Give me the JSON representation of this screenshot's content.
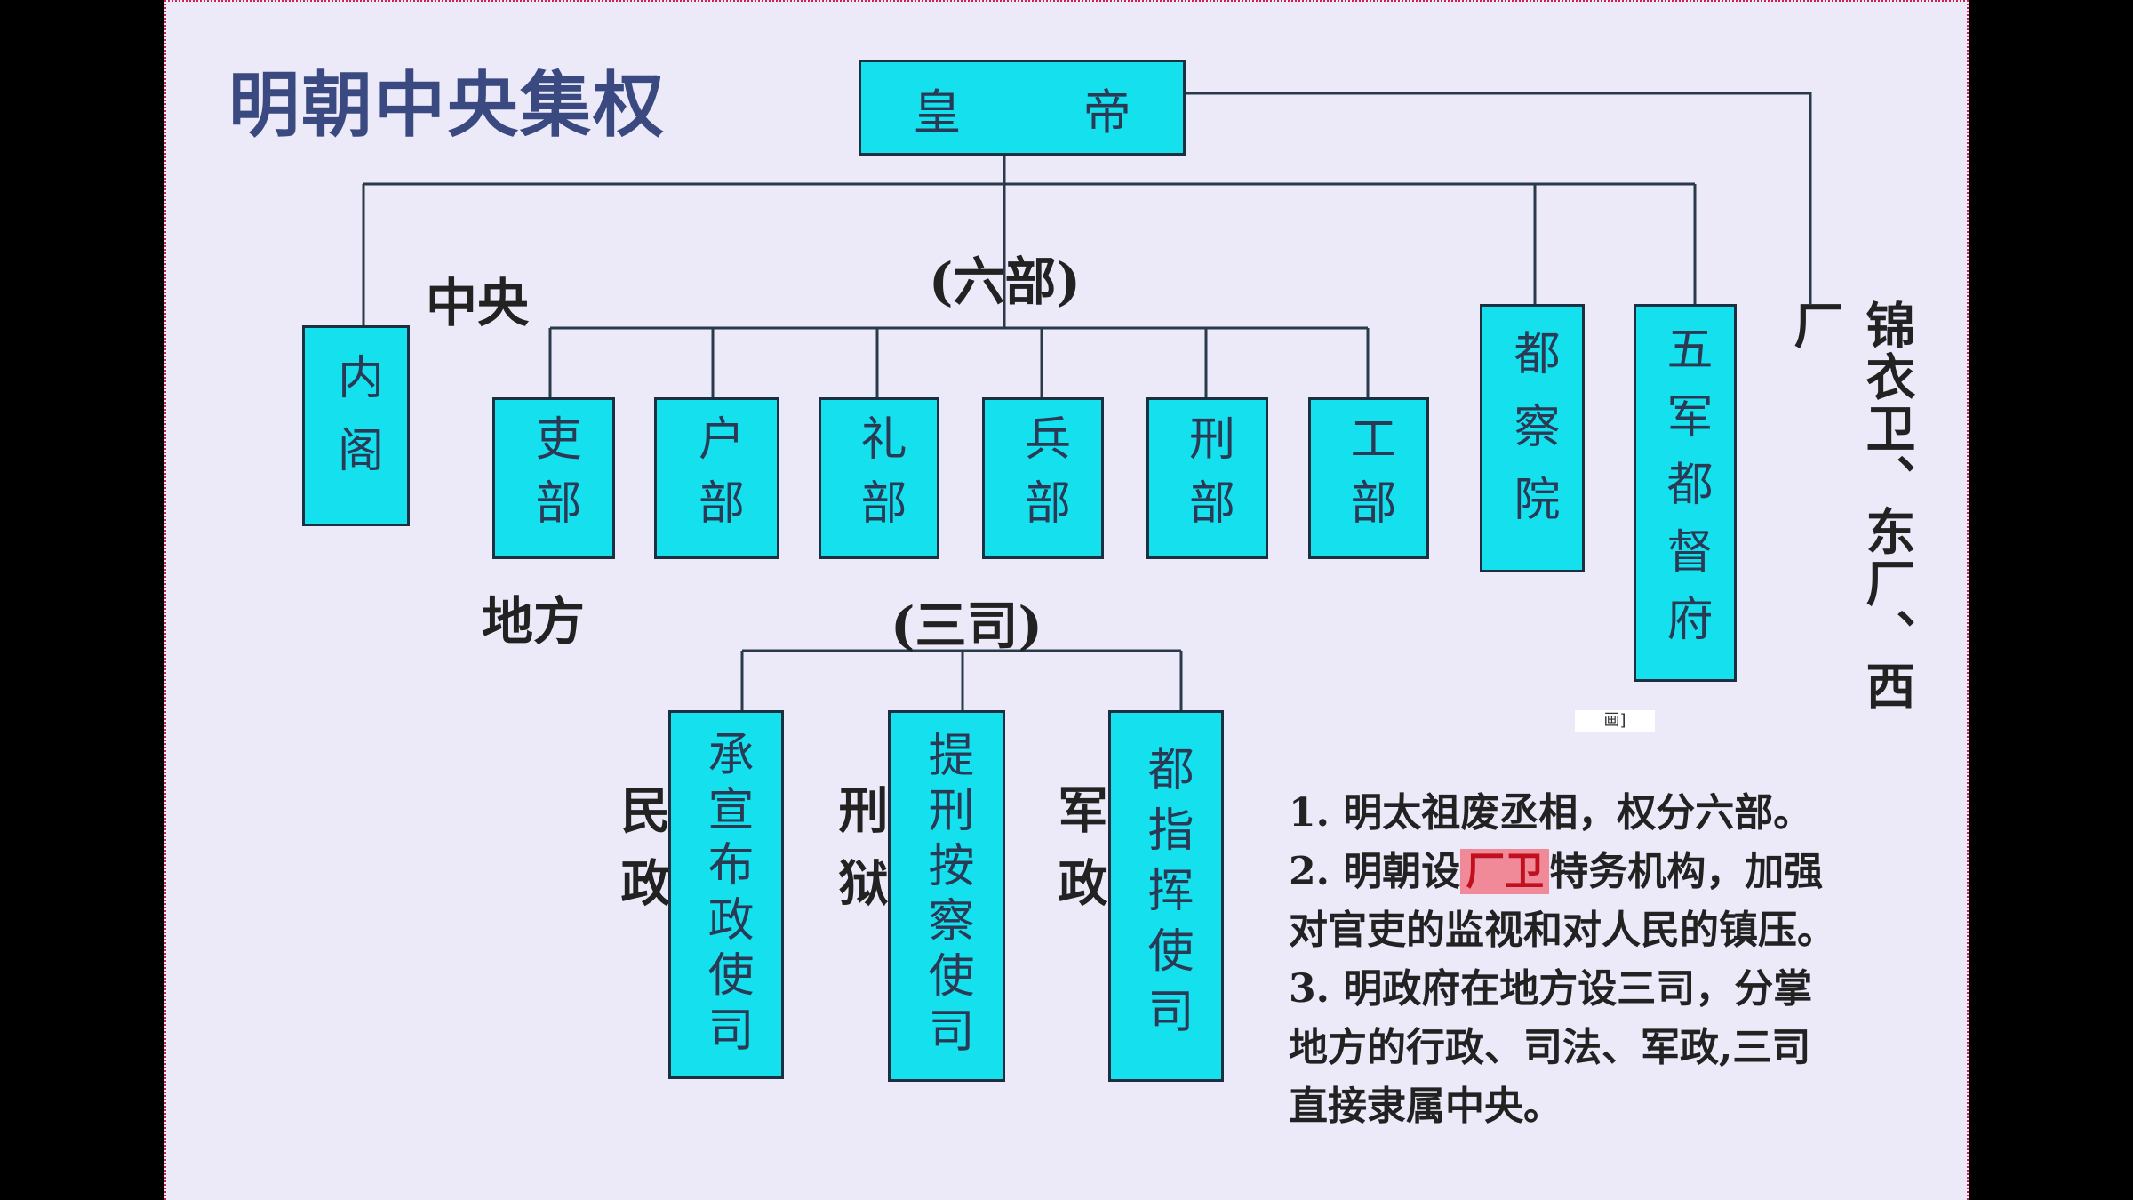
{
  "title": "明朝中央集权",
  "emperor": "皇 帝",
  "labels": {
    "liubu": "(六部)",
    "sansi": "(三司)",
    "zhongyang": "中央",
    "difang": "地方",
    "jinyiwei": "锦衣卫、东厂、西厂",
    "minzheng": "民政",
    "xingyu": "刑狱",
    "junzheng": "军政"
  },
  "boxes": {
    "neige": "内阁",
    "libu_official": "吏部",
    "hubu": "户部",
    "libu_rites": "礼部",
    "bingbu": "兵部",
    "xingbu": "刑部",
    "gongbu": "工部",
    "duchayuan": "都察院",
    "wujun": "五军都督府",
    "chengxuan": "承宣布政使司",
    "tixing": "提刑按察使司",
    "duzhihui": "都指挥使司"
  },
  "notes": {
    "line1": "1. 明太祖废丞相，权分六部。",
    "line2_pre": "2. 明朝设",
    "line2_hl": "厂卫",
    "line2_post": "特务机构，加强",
    "line3": "对官吏的监视和对人民的镇压。",
    "line4": "3. 明政府在地方设三司，分掌",
    "line5": "地方的行政、司法、军政,三司",
    "line6": "直接隶属中央。"
  },
  "small_tag": "画]"
}
